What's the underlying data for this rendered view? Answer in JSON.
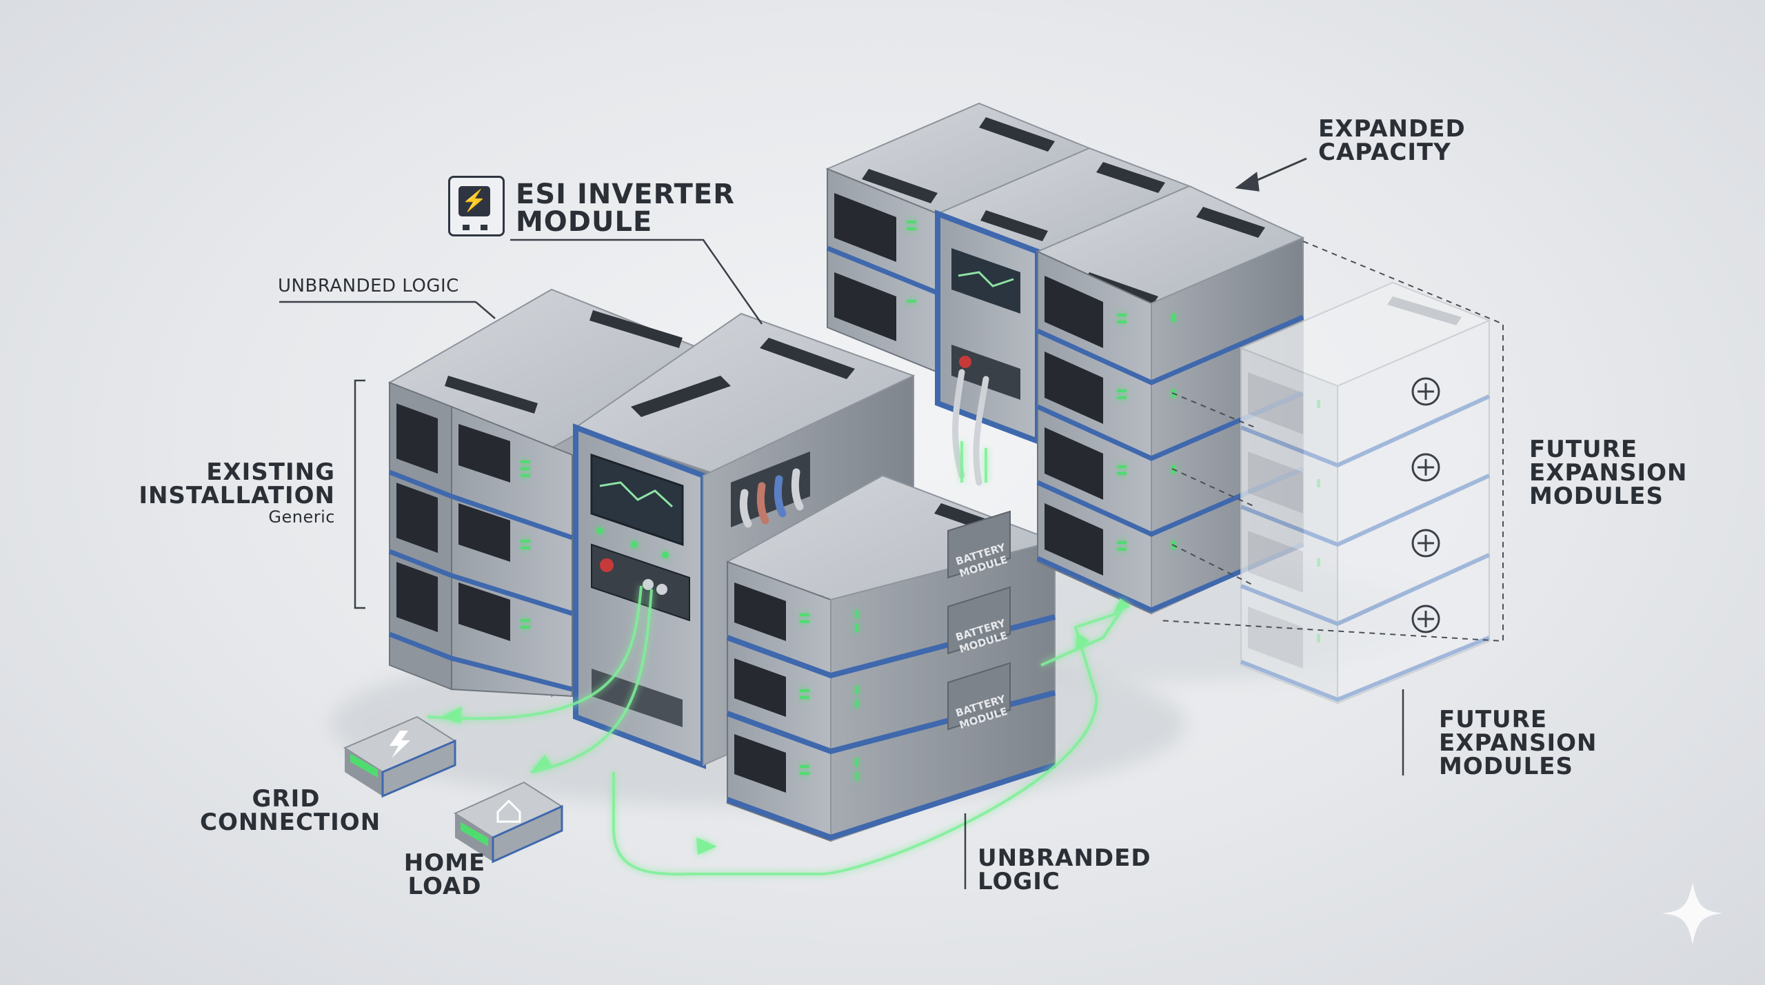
{
  "diagram": {
    "labels": {
      "inverter_title": "ESI INVERTER\nMODULE",
      "unbranded_top": "UNBRANDED LOGIC",
      "existing": "EXISTING\nINSTALLATION",
      "existing_sub": "Generic",
      "expanded": "EXPANDED\nCAPACITY",
      "future_1": "FUTURE\nEXPANSION\nMODULES",
      "future_2": "FUTURE\nEXPANSION\nMODULES",
      "grid": "GRID\nCONNECTION",
      "home": "HOME\nLOAD",
      "unbranded_bottom": "UNBRANDED\nLOGIC",
      "battery_module": "BATTERY\nMODULE"
    },
    "icons": {
      "inverter_tag": "lightning-icon",
      "grid_device": "lightning-icon",
      "home_device": "home-icon",
      "expansion_slot": "plus-circle-icon",
      "watermark": "sparkle-icon"
    },
    "colors": {
      "accent_blue": "#3f68ad",
      "status_green": "#4fdc6f",
      "flow_green": "#7ff098",
      "module_grey": "#a8adb4",
      "ghost_grey": "#dfe2e6",
      "text": "#2b2f36"
    }
  }
}
